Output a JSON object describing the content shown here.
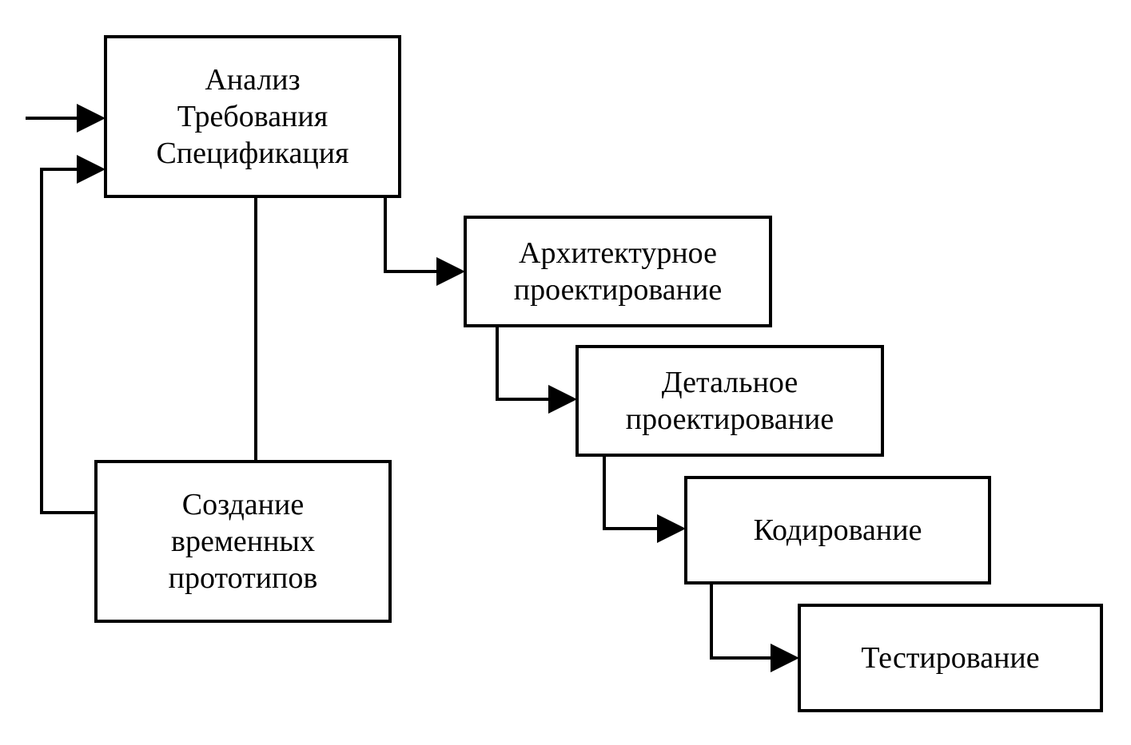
{
  "stages": {
    "analysis": {
      "line1": "Анализ",
      "line2": "Требования",
      "line3": "Спецификация"
    },
    "prototypes": {
      "line1": "Создание",
      "line2": "временных",
      "line3": "прототипов"
    },
    "architecture": {
      "line1": "Архитектурное",
      "line2": "проектирование"
    },
    "detailed": {
      "line1": "Детальное",
      "line2": "проектирование"
    },
    "coding": {
      "line1": "Кодирование"
    },
    "testing": {
      "line1": "Тестирование"
    }
  },
  "colors": {
    "line": "#000000",
    "background": "#ffffff"
  }
}
